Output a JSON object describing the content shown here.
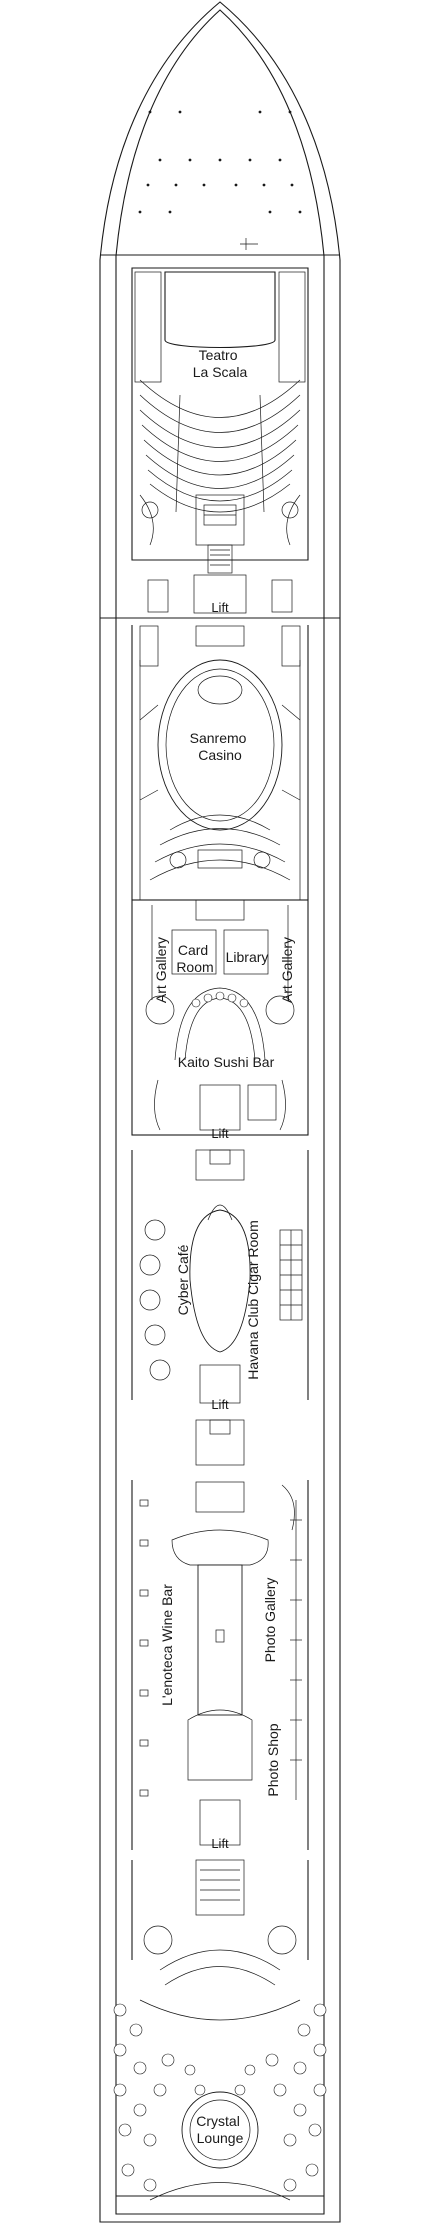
{
  "deck": {
    "rooms": [
      {
        "id": "teatro",
        "lines": [
          "Teatro",
          "La Scala"
        ]
      },
      {
        "id": "casino",
        "lines": [
          "Sanremo",
          "Casino"
        ]
      },
      {
        "id": "card_room",
        "lines": [
          "Card",
          "Room"
        ]
      },
      {
        "id": "library",
        "lines": [
          "Library"
        ]
      },
      {
        "id": "art_gallery_left",
        "lines": [
          "Art Gallery"
        ]
      },
      {
        "id": "art_gallery_right",
        "lines": [
          "Art Gallery"
        ]
      },
      {
        "id": "sushi",
        "lines": [
          "Kaito Sushi Bar"
        ]
      },
      {
        "id": "cyber_cafe",
        "lines": [
          "Cyber Café"
        ]
      },
      {
        "id": "havana",
        "lines": [
          "Havana Club Cigar Room"
        ]
      },
      {
        "id": "wine_bar",
        "lines": [
          "L'enoteca Wine Bar"
        ]
      },
      {
        "id": "photo_gallery",
        "lines": [
          "Photo Gallery"
        ]
      },
      {
        "id": "photo_shop",
        "lines": [
          "Photo Shop"
        ]
      },
      {
        "id": "crystal",
        "lines": [
          "Crystal",
          "Lounge"
        ]
      }
    ],
    "lift_label": "Lift",
    "lifts": [
      "lift-1",
      "lift-2",
      "lift-3",
      "lift-4",
      "lift-5"
    ]
  }
}
